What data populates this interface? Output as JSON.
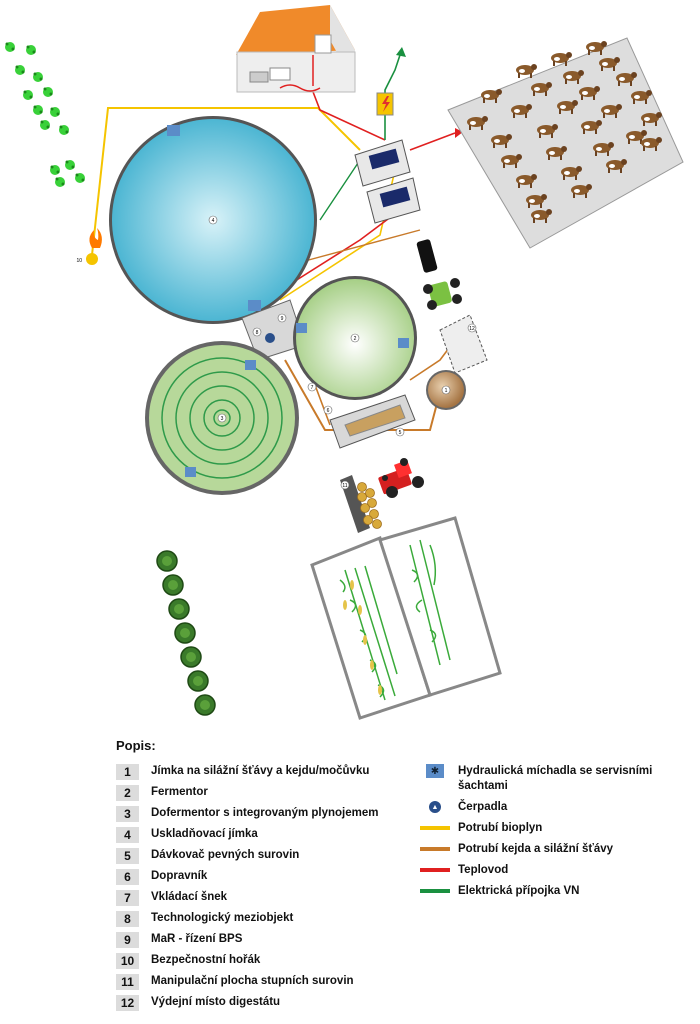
{
  "legend": {
    "title": "Popis:",
    "items": [
      {
        "num": "1",
        "label": "Jímka na silážní šťávy a kejdu/močůvku"
      },
      {
        "num": "2",
        "label": "Fermentor"
      },
      {
        "num": "3",
        "label": "Dofermentor s integrovaným plynojemem"
      },
      {
        "num": "4",
        "label": "Uskladňovací jímka"
      },
      {
        "num": "5",
        "label": "Dávkovač pevných surovin"
      },
      {
        "num": "6",
        "label": "Dopravník"
      },
      {
        "num": "7",
        "label": "Vkládací šnek"
      },
      {
        "num": "8",
        "label": "Technologický meziobjekt"
      },
      {
        "num": "9",
        "label": "MaR - řízení BPS"
      },
      {
        "num": "10",
        "label": "Bezpečnostní hořák"
      },
      {
        "num": "11",
        "label": "Manipulační plocha stupních surovin"
      },
      {
        "num": "12",
        "label": "Výdejní místo digestátu"
      }
    ],
    "symbols": [
      {
        "type": "mixer",
        "label": "Hydraulická míchadla se servisními šachtami"
      },
      {
        "type": "pump",
        "label": "Čerpadla"
      },
      {
        "type": "line",
        "color": "#f5c400",
        "label": "Potrubí bioplyn"
      },
      {
        "type": "line",
        "color": "#c87a2a",
        "label": "Potrubí kejda a silážní šťávy"
      },
      {
        "type": "line",
        "color": "#e02020",
        "label": "Teplovod"
      },
      {
        "type": "line",
        "color": "#1a9040",
        "label": "Elektrická přípojka VN"
      }
    ]
  },
  "diagram": {
    "labels": {
      "tank1": "1",
      "tank2": "2",
      "tank3": "3",
      "tank4": "4",
      "feeder5": "5",
      "conveyor6": "6",
      "screw7": "7",
      "building8": "8",
      "control9": "9",
      "flare10": "10",
      "area11": "11",
      "outlet12": "12"
    },
    "colors": {
      "tank4_fill": "#49b4d0",
      "tank2_fill": "#b5d89a",
      "tank3_fill": "#a9cf8a",
      "tank1_fill": "#c89a6a",
      "biogas": "#f5c400",
      "slurry": "#c87a2a",
      "heat": "#e02020",
      "power": "#1a9040",
      "field": "#888888"
    },
    "icons": [
      "house-icon",
      "lightning-icon",
      "cow-icon",
      "tractor-icon",
      "tree-icon",
      "corn-icon",
      "flame-icon"
    ]
  }
}
